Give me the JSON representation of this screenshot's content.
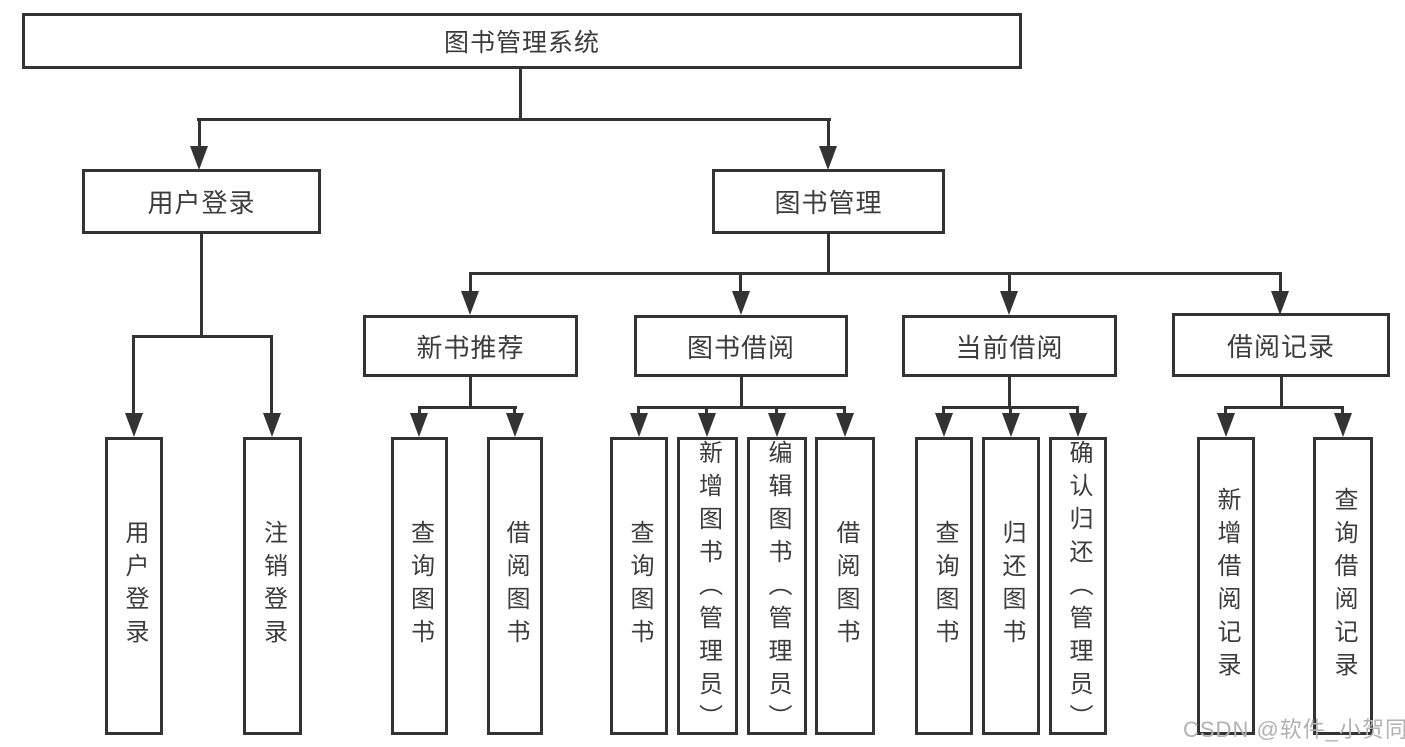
{
  "colors": {
    "line": "#333333",
    "text": "#3c3c3c",
    "background": "#ffffff",
    "watermark": "#b2b2b2"
  },
  "watermark": {
    "text": "CSDN @软件_小贺同学"
  },
  "tree": {
    "root": {
      "label": "图书管理系统"
    },
    "branches": [
      {
        "label": "用户登录",
        "children": [
          {
            "label": "用户登录"
          },
          {
            "label": "注销登录"
          }
        ]
      },
      {
        "label": "图书管理",
        "children": [
          {
            "label": "新书推荐",
            "children": [
              {
                "label": "查询图书"
              },
              {
                "label": "借阅图书"
              }
            ]
          },
          {
            "label": "图书借阅",
            "children": [
              {
                "label": "查询图书"
              },
              {
                "label": "新增图书（管理员）"
              },
              {
                "label": "编辑图书（管理员）"
              },
              {
                "label": "借阅图书"
              }
            ]
          },
          {
            "label": "当前借阅",
            "children": [
              {
                "label": "查询图书"
              },
              {
                "label": "归还图书"
              },
              {
                "label": "确认归还（管理员）"
              }
            ]
          },
          {
            "label": "借阅记录",
            "children": [
              {
                "label": "新增借阅记录"
              },
              {
                "label": "查询借阅记录"
              }
            ]
          }
        ]
      }
    ]
  }
}
